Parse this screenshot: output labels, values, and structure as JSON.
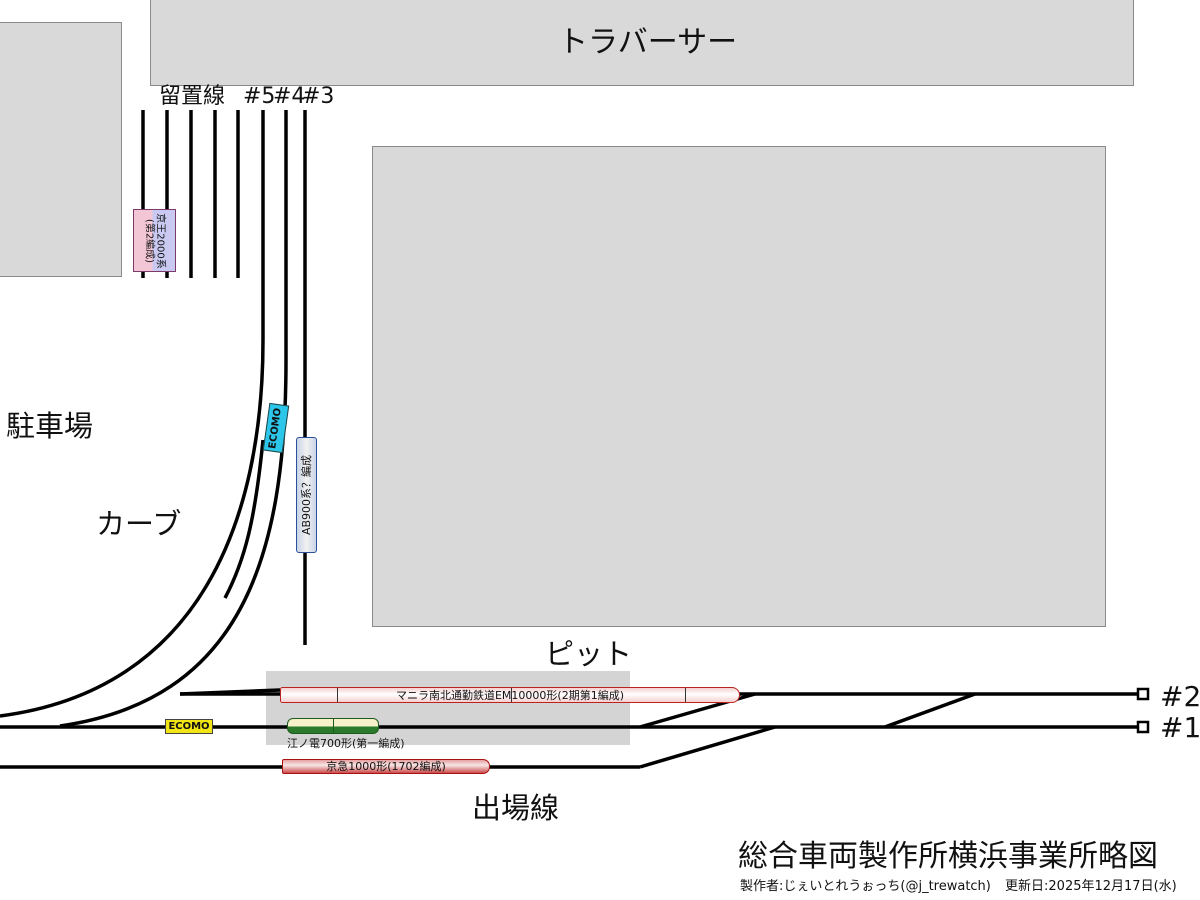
{
  "title": "総合車両製作所横浜事業所略図",
  "credits": {
    "author": "製作者:じぇいとれうぉっち(@j_trewatch)",
    "updated": "更新日:2025年12月17日(水)"
  },
  "areas": {
    "traverser": "トラバーサー",
    "parking": "駐車場",
    "curve": "カーブ",
    "pit": "ピット",
    "exit_line": "出場線"
  },
  "tracks": {
    "sidings": "留置線",
    "t5": "#5",
    "t4": "#4",
    "t3": "#3",
    "t2": "#2",
    "t1": "#1"
  },
  "trains": {
    "manila": "マニラ南北通勤鉄道EM10000形(2期第1編成)",
    "enoden": "江ノ電700形(第一編成)",
    "keikyu": "京急1000形(1702編成)",
    "ab900": "AB900系？編成",
    "keio": "京王2000系\n(第2編成)",
    "ecomo_yellow": "ECOMO",
    "ecomo_blue": "ECOMO"
  },
  "colors": {
    "building": "#d9d9d9",
    "pit": "#cfcfcf",
    "ecomo_yellow": "#f2e516",
    "ecomo_blue": "#2cc6ea",
    "keikyu_red": "#cc4a4a",
    "enoden_green": "#2b7a2b"
  }
}
